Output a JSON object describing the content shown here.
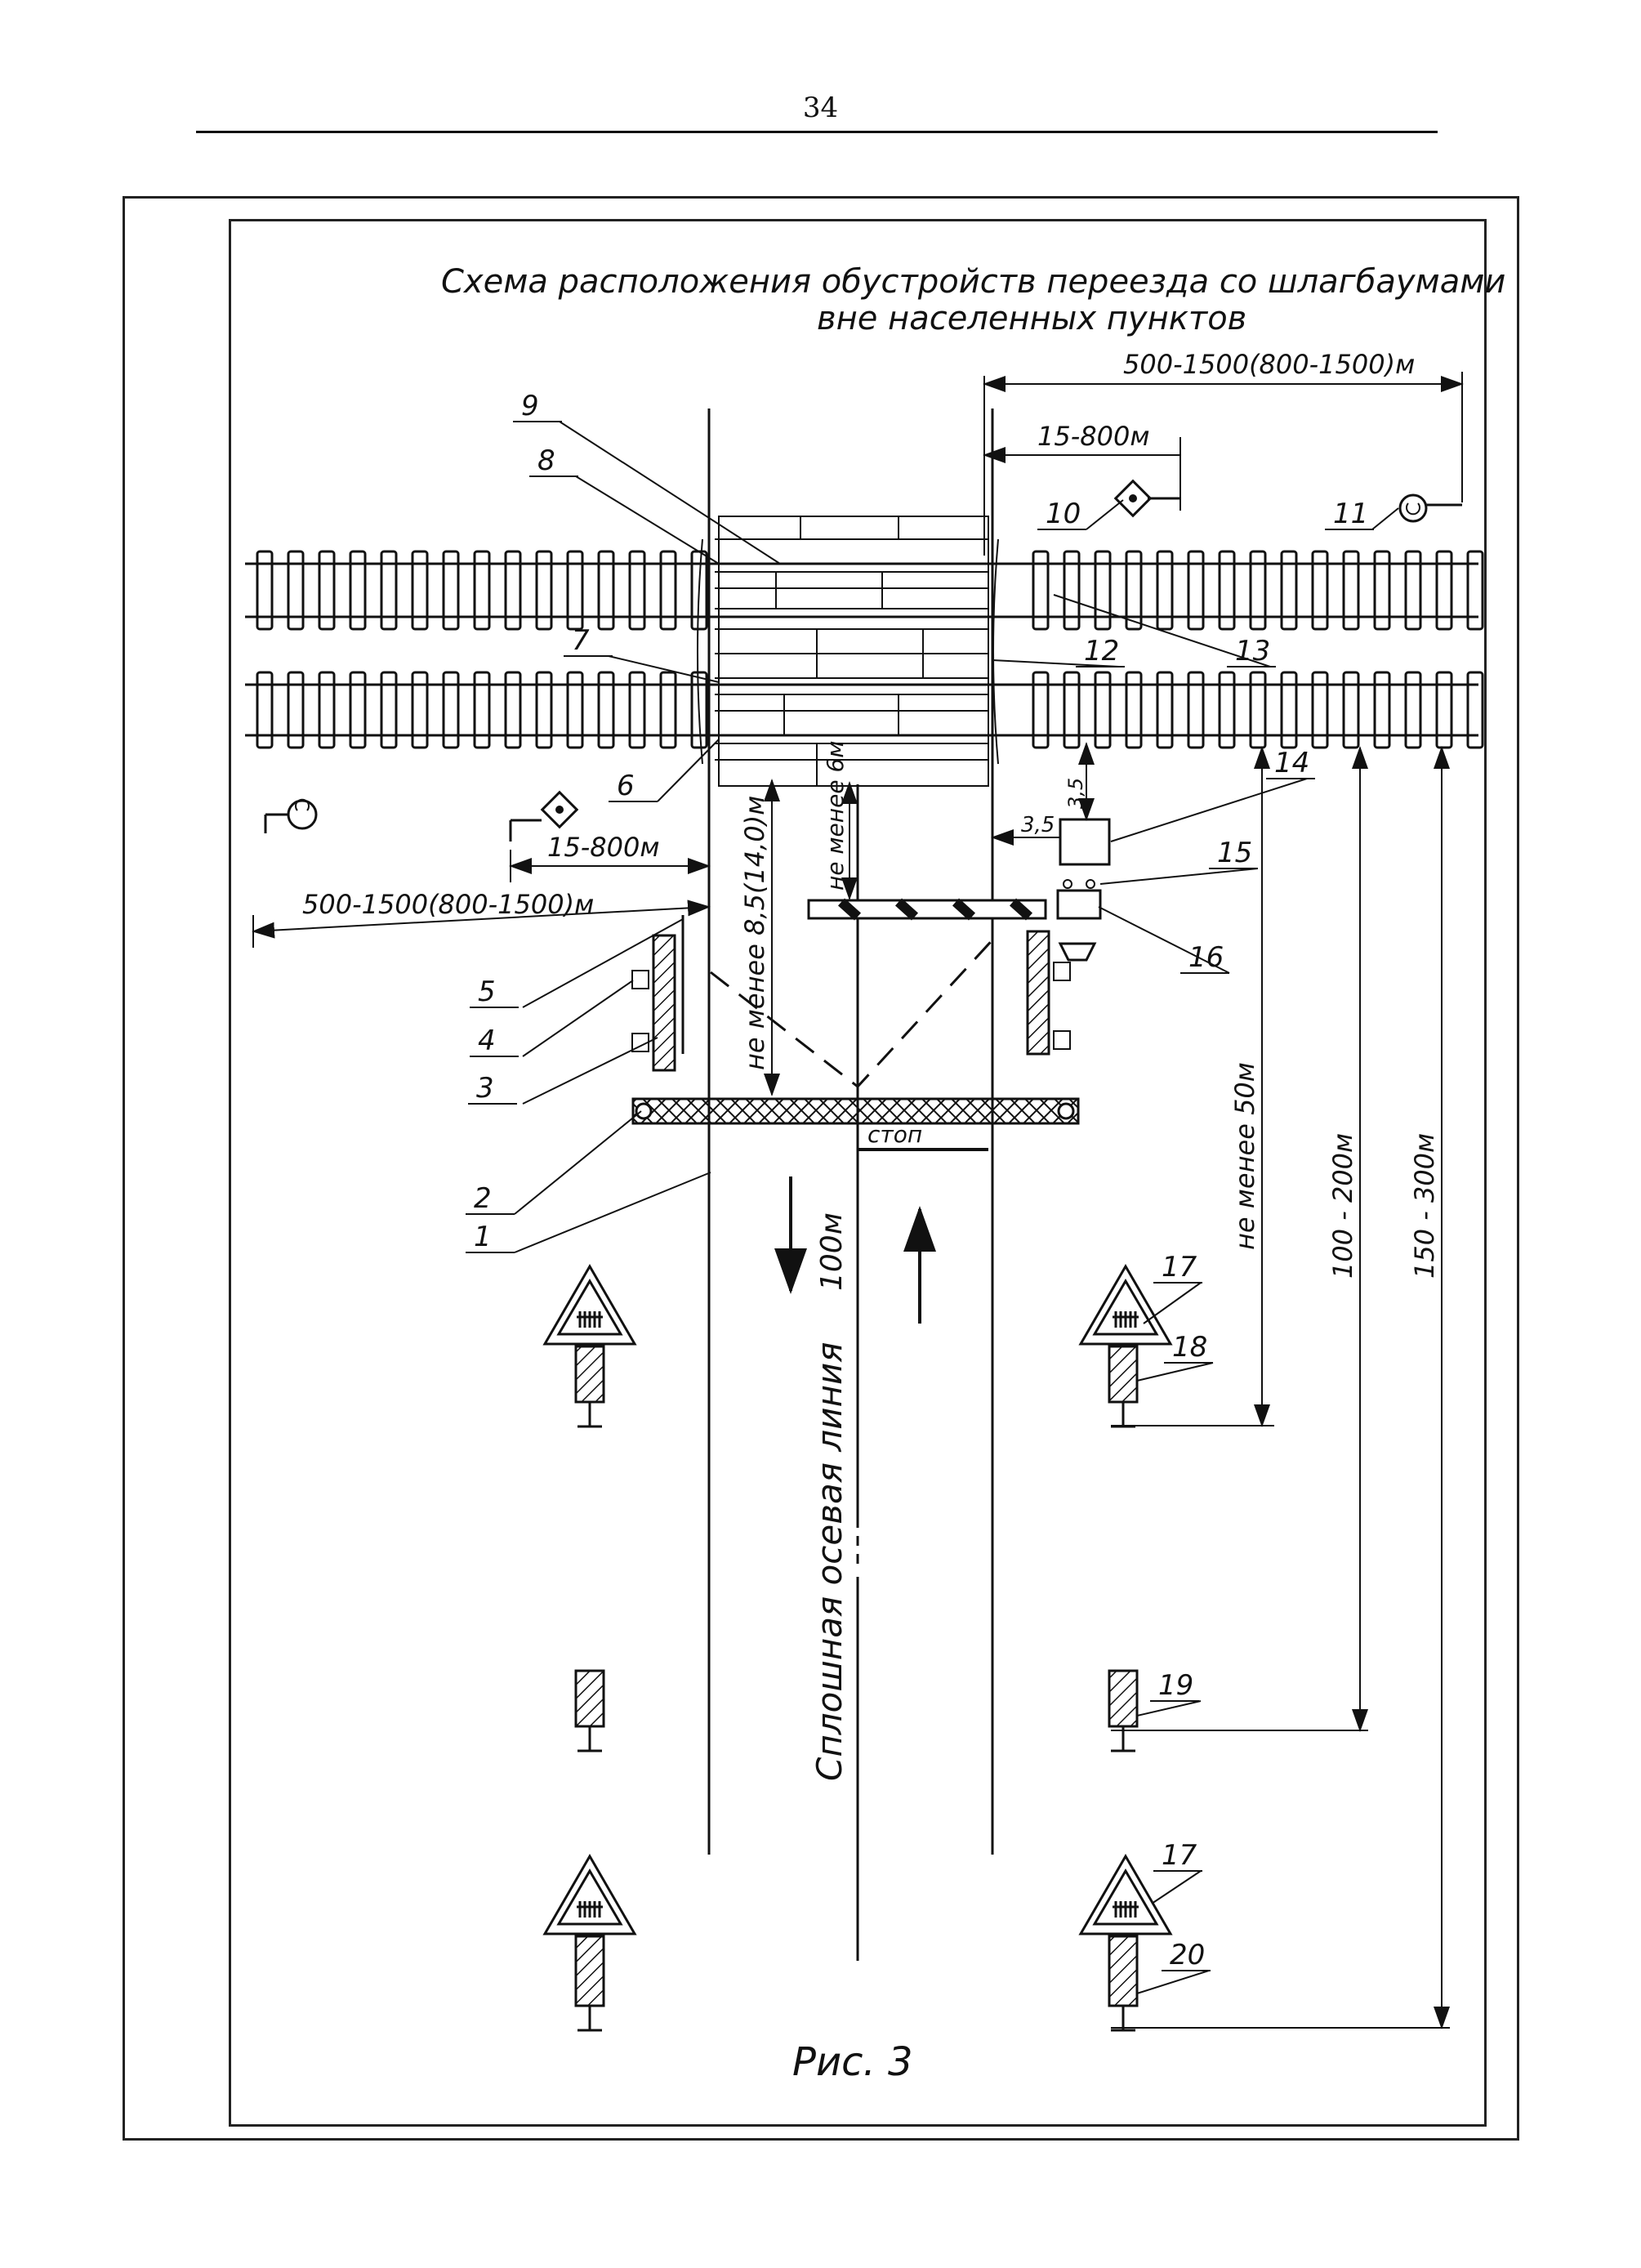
{
  "page_number": "34",
  "title_line1": "Схема расположения обустройств переезда со шлагбаумами",
  "title_line2": "вне населенных пунктов",
  "figure_caption": "Рис. 3",
  "dimensions": {
    "far_right": "500-1500(800-1500)м",
    "near_right": "15-800м",
    "near_left": "15-800м",
    "far_left": "500-1500(800-1500)м",
    "clearance_left": "не менее 8,5(14,0)м",
    "clearance_center": "не менее 6м",
    "offset_side": "3,5",
    "offset_top": "3,5",
    "sign_50": "не менее 50м",
    "sign_100_200": "100 - 200м",
    "sign_150_300": "150 - 300м",
    "line_100": "100м"
  },
  "road_text": {
    "stop": "стоп",
    "centerline": "Сплошная осевая линия"
  },
  "callouts": [
    "1",
    "2",
    "3",
    "4",
    "5",
    "6",
    "7",
    "8",
    "9",
    "10",
    "11",
    "12",
    "13",
    "14",
    "15",
    "16",
    "17",
    "18",
    "19",
    "17",
    "20"
  ]
}
